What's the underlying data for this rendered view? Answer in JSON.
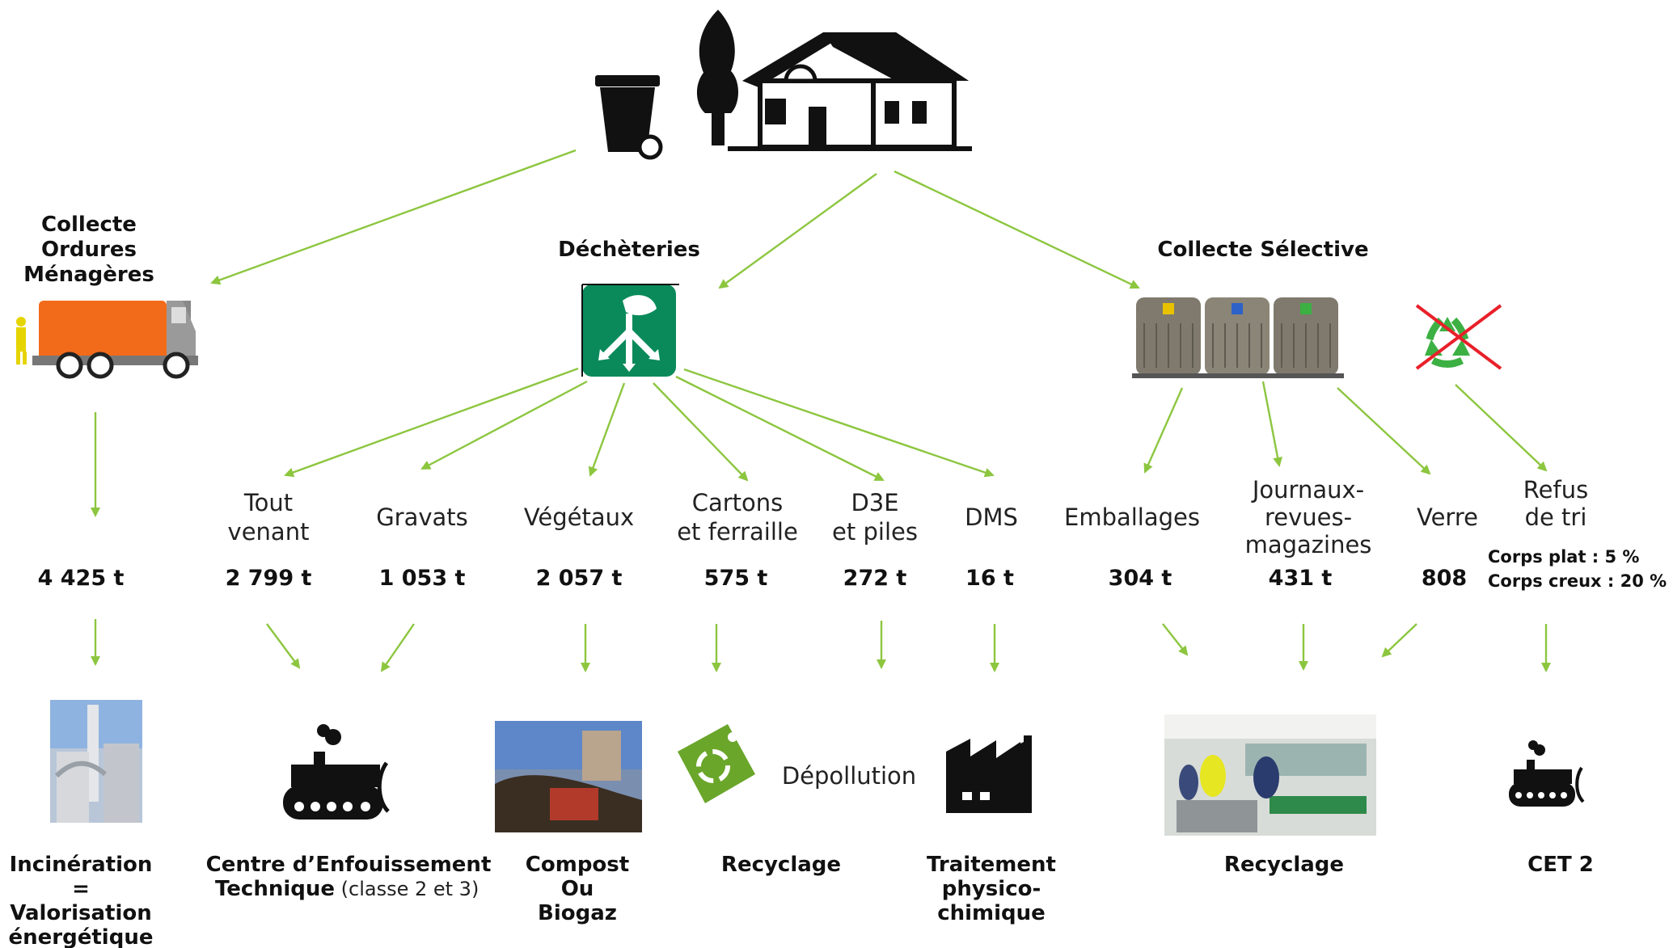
{
  "sources": {
    "collecte_om": [
      "Collecte",
      "Ordures",
      "Ménagères"
    ],
    "decheteries": "Déchèteries",
    "collecte_selective": "Collecte Sélective"
  },
  "streams": {
    "tout_venant": [
      "Tout",
      "venant"
    ],
    "gravats": "Gravats",
    "vegetaux": "Végétaux",
    "cartons": [
      "Cartons",
      "et ferraille"
    ],
    "d3e": [
      "D3E",
      "et piles"
    ],
    "dms": "DMS",
    "emballages": "Emballages",
    "journaux": [
      "Journaux-",
      "revues-",
      "magazines"
    ],
    "verre": "Verre",
    "refus": [
      "Refus",
      "de tri"
    ]
  },
  "quantities": {
    "om": "4 425 t",
    "tout_venant": "2 799 t",
    "gravats": "1 053 t",
    "vegetaux": "2 057 t",
    "cartons": "575 t",
    "d3e": "272 t",
    "dms": "16 t",
    "emballages": "304 t",
    "journaux": "431 t",
    "verre": "808"
  },
  "refus_rates": [
    "Corps plat : 5 %",
    "Corps creux : 20 %"
  ],
  "destinations": {
    "incineration": [
      "Incinération",
      "=",
      "Valorisation",
      "énergétique"
    ],
    "cet_bold": [
      "Centre d’Enfouissement",
      "Technique"
    ],
    "cet_note": " (classe 2 et 3)",
    "compost": [
      "Compost",
      "Ou",
      "Biogaz"
    ],
    "recyclage_1": "Recyclage",
    "depollution": "Dépollution",
    "traitement": [
      "Traitement",
      "physico-",
      "chimique"
    ],
    "recyclage_2": "Recyclage",
    "cet2": "CET 2"
  },
  "colors": {
    "arrow": "#8cc63f",
    "truck_body": "#f26b1a",
    "decheterie_icon": "#0a8a5a",
    "recycle_green": "#3cb043",
    "cross_red": "#e8202a"
  }
}
